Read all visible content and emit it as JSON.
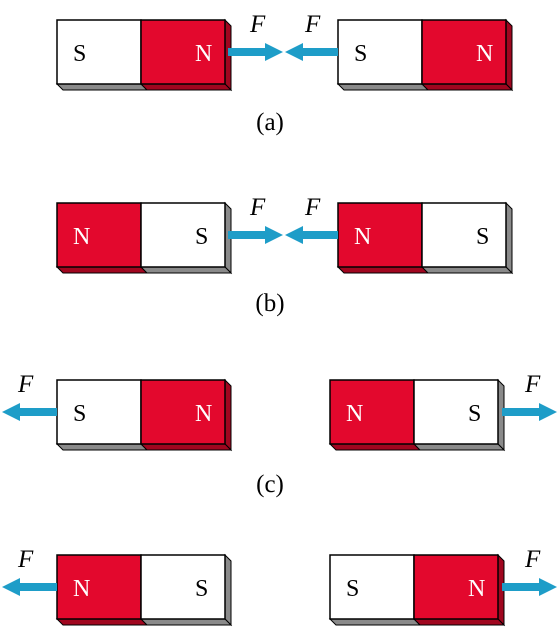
{
  "colors": {
    "north_fill": "#e3082d",
    "south_fill": "#ffffff",
    "north_text": "#ffffff",
    "south_text": "#000000",
    "arrow": "#1e9dc8",
    "shadow": "#8a8a8a"
  },
  "force_label": "F",
  "panels": [
    {
      "caption": "(a)",
      "left_magnet": {
        "left_pole": "S",
        "right_pole": "N"
      },
      "right_magnet": {
        "left_pole": "S",
        "right_pole": "N"
      },
      "force_direction": "attract"
    },
    {
      "caption": "(b)",
      "left_magnet": {
        "left_pole": "N",
        "right_pole": "S"
      },
      "right_magnet": {
        "left_pole": "N",
        "right_pole": "S"
      },
      "force_direction": "attract"
    },
    {
      "caption": "(c)",
      "left_magnet": {
        "left_pole": "S",
        "right_pole": "N"
      },
      "right_magnet": {
        "left_pole": "N",
        "right_pole": "S"
      },
      "force_direction": "repel"
    },
    {
      "caption": "",
      "left_magnet": {
        "left_pole": "N",
        "right_pole": "S"
      },
      "right_magnet": {
        "left_pole": "S",
        "right_pole": "N"
      },
      "force_direction": "repel"
    }
  ]
}
